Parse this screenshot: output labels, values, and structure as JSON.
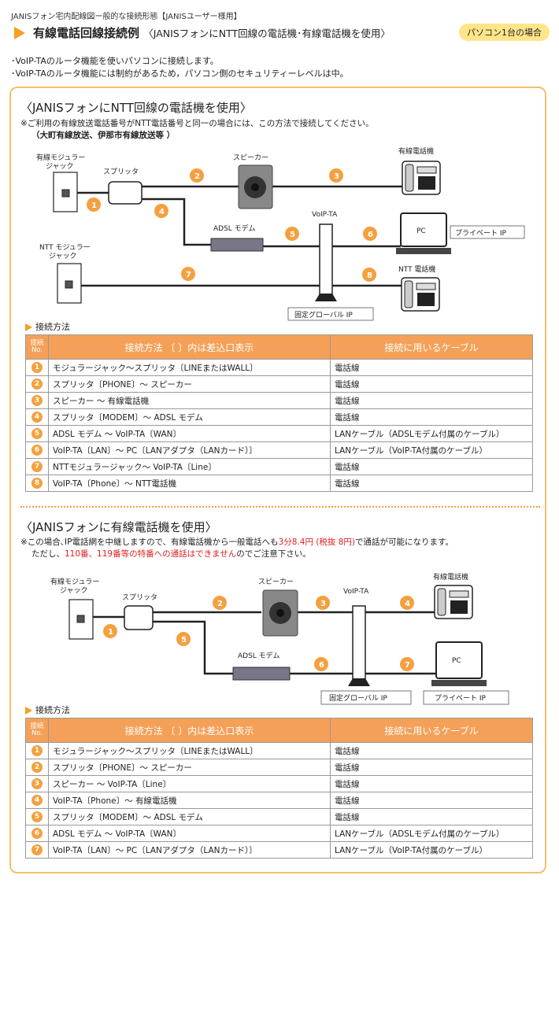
{
  "breadcrumb": "JANISフォン宅内配線図ー般的な接続形態【JANISユーザー様用】",
  "title": {
    "main": "有線電話回線接続例",
    "sub": "〈JANISフォンにNTT回線の電話機･有線電話機を使用〉",
    "badge": "パソコン1台の場合"
  },
  "intro": [
    "･VoIP-TAのルータ機能を使いパソコンに接続します。",
    "･VoIP-TAのルータ機能には制約があるため，パソコン側のセキュリティーレベルは中。"
  ],
  "section1": {
    "title": "〈JANISフォンにNTT回線の電話機を使用〉",
    "note1": "※ご利用の有線放送電話番号がNTT電話番号と同一の場合には、この方法で接続してください。",
    "note2": "（大町有線放送、伊那市有線放送等 ）",
    "diagram": {
      "modular_jack": "有線モジュラー\nジャック",
      "splitter": "スプリッタ",
      "speaker": "スピーカー",
      "wired_phone": "有線電話機",
      "adsl_modem": "ADSL モデム",
      "voip_ta": "VoIP-TA",
      "pc": "PC",
      "private_ip": "プライベート IP",
      "ntt_jack": "NTT モジュラー\nジャック",
      "ntt_phone": "NTT 電話機",
      "global_ip": "固定グローバル IP",
      "numbers": [
        "1",
        "2",
        "3",
        "4",
        "5",
        "6",
        "7",
        "8"
      ]
    },
    "method_heading": "接続方法",
    "table": {
      "headers": [
        "接続No.",
        "接続方法 〔 〕内は差込口表示",
        "接続に用いるケーブル"
      ],
      "rows": [
        {
          "no": "1",
          "method": "モジュラージャック～スプリッタ〔LINEまたはWALL〕",
          "cable": "電話線"
        },
        {
          "no": "2",
          "method": "スプリッタ〔PHONE〕～ スピーカー",
          "cable": "電話線"
        },
        {
          "no": "3",
          "method": "スピーカー ～ 有線電話機",
          "cable": "電話線"
        },
        {
          "no": "4",
          "method": "スプリッタ〔MODEM〕～ ADSL モデム",
          "cable": "電話線"
        },
        {
          "no": "5",
          "method": "ADSL モデム ～ VoIP-TA〔WAN〕",
          "cable": "LANケーブル（ADSLモデム付属のケーブル）"
        },
        {
          "no": "6",
          "method": "VoIP-TA〔LAN〕～ PC〔LANアダプタ（LANカード）〕",
          "cable": "LANケーブル（VoIP-TA付属のケーブル）"
        },
        {
          "no": "7",
          "method": "NTTモジュラージャック～ VoIP-TA〔Line〕",
          "cable": "電話線"
        },
        {
          "no": "8",
          "method": "VoIP-TA〔Phone〕～ NTT電話機",
          "cable": "電話線"
        }
      ]
    }
  },
  "section2": {
    "title": "〈JANISフォンに有線電話機を使用〉",
    "note1_a": "※この場合､IP電話網を中継しますので、有線電話機から一般電話へも",
    "note1_red": "3分8.4円 (税抜 8円)",
    "note1_b": "で通話が可能になります。",
    "note2_a": "ただし、",
    "note2_red": "110番、119番等の特番への通話はできません",
    "note2_b": "のでご注意下さい。",
    "diagram": {
      "modular_jack": "有線モジュラー\nジャック",
      "splitter": "スプリッタ",
      "speaker": "スピーカー",
      "voip_ta": "VoIP-TA",
      "wired_phone": "有線電話機",
      "adsl_modem": "ADSL モデム",
      "pc": "PC",
      "global_ip": "固定グローバル IP",
      "private_ip": "プライベート IP",
      "numbers": [
        "1",
        "2",
        "3",
        "4",
        "5",
        "6",
        "7"
      ]
    },
    "method_heading": "接続方法",
    "table": {
      "headers": [
        "接続No.",
        "接続方法 〔 〕内は差込口表示",
        "接続に用いるケーブル"
      ],
      "rows": [
        {
          "no": "1",
          "method": "モジュラージャック～スプリッタ〔LINEまたはWALL〕",
          "cable": "電話線"
        },
        {
          "no": "2",
          "method": "スプリッタ〔PHONE〕～ スピーカー",
          "cable": "電話線"
        },
        {
          "no": "3",
          "method": "スピーカー ～ VoIP-TA〔Line〕",
          "cable": "電話線"
        },
        {
          "no": "4",
          "method": "VoIP-TA〔Phone〕～ 有線電話機",
          "cable": "電話線"
        },
        {
          "no": "5",
          "method": "スプリッタ〔MODEM〕～ ADSL モデム",
          "cable": "電話線"
        },
        {
          "no": "6",
          "method": "ADSL モデム ～ VoIP-TA〔WAN〕",
          "cable": "LANケーブル（ADSLモデム付属のケーブル）"
        },
        {
          "no": "7",
          "method": "VoIP-TA〔LAN〕～ PC〔LANアダプタ（LANカード）〕",
          "cable": "LANケーブル（VoIP-TA付属のケーブル）"
        }
      ]
    }
  },
  "colors": {
    "accent": "#f5a040",
    "table_header": "#f5a058",
    "badge": "#ffe58a",
    "warning": "#e02020",
    "panel_border": "#f5c06a"
  }
}
